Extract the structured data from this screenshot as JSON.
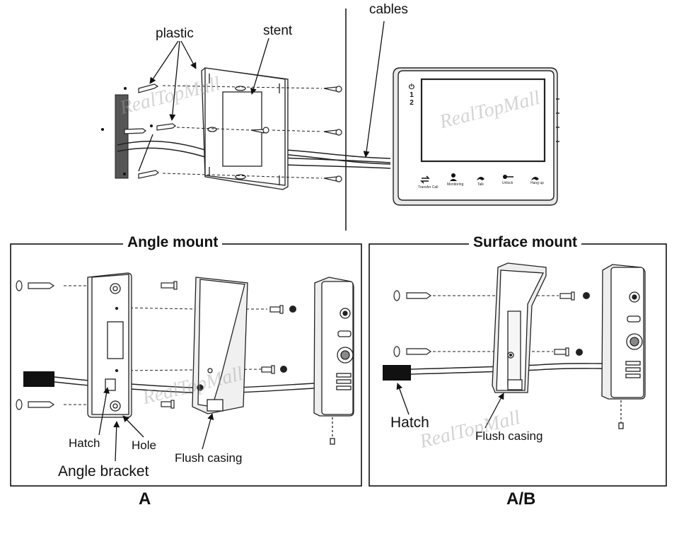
{
  "top_labels": {
    "plastic": "plastic",
    "stent": "stent",
    "cables": "cables"
  },
  "watermark": "RealTopMall",
  "monitor": {
    "indicators": [
      "⏻",
      "1",
      "2"
    ],
    "buttons": [
      "Transfer Call",
      "Monitoring",
      "Talk",
      "Unlock",
      "Hang up"
    ]
  },
  "panel_a": {
    "title_bold": "Angle",
    "title_rest": " mount",
    "labels": {
      "hatch": "Hatch",
      "hole": "Hole",
      "flush_casing": "Flush casing",
      "angle_bracket": "Angle bracket"
    },
    "caption": "A"
  },
  "panel_b": {
    "title": "Surface mount",
    "labels": {
      "hatch": "Hatch",
      "flush_casing": "Flush casing"
    },
    "caption": "A/B"
  }
}
